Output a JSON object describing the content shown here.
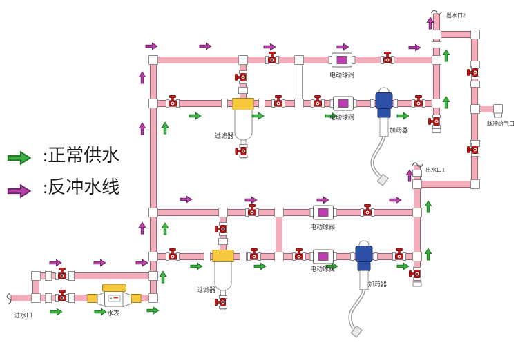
{
  "legend": {
    "normal_flow_label": ":正常供水",
    "backwash_flow_label": ":反冲水线"
  },
  "labels": {
    "outlet2": "出水口2",
    "outlet1": "出水口1",
    "pulse_air_port": "脉冲给气口",
    "inlet": "进水口",
    "water_meter": "水表",
    "electric_ball_valve": "电动球阀",
    "filter": "过滤器",
    "doser": "加药器"
  },
  "colors": {
    "pipe": "#f2aebb",
    "pipe-edge": "#a05f6d",
    "green": "#3fae44",
    "green-edge": "#1c7a22",
    "purple": "#b341a6",
    "purple-edge": "#702468",
    "valve-red": "#cf1b1b",
    "valve-dark": "#7d0f0f",
    "yellow": "#f6c93e",
    "blue": "#2d4fa6",
    "magenta": "#c13bb3",
    "text": "#333333"
  }
}
